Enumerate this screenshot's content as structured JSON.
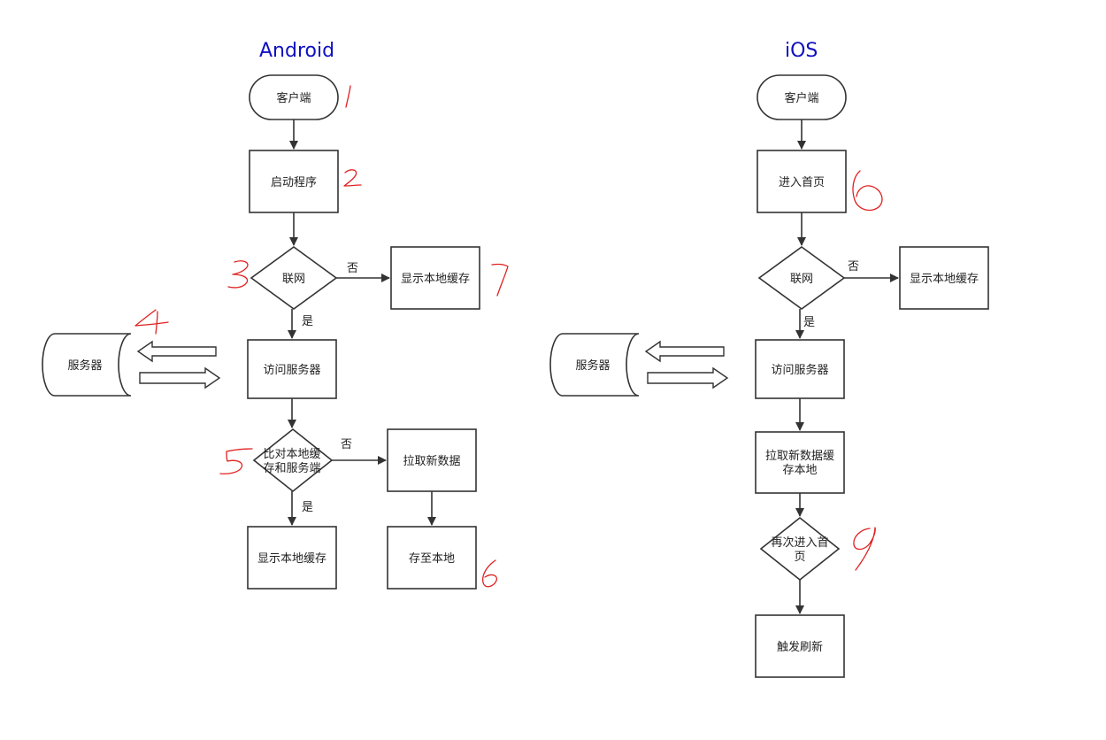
{
  "titles": {
    "android": "Android",
    "ios": "iOS"
  },
  "android": {
    "client": "客户端",
    "start": "启动程序",
    "network": "联网",
    "no": "否",
    "yes": "是",
    "show_cache": "显示本地缓存",
    "visit_server": "访问服务器",
    "server": "服务器",
    "compare_line1": "比对本地缓",
    "compare_line2": "存和服务端",
    "pull_new": "拉取新数据",
    "show_cache_2": "显示本地缓存",
    "save_local": "存至本地"
  },
  "ios": {
    "client": "客户端",
    "enter_home": "进入首页",
    "network": "联网",
    "no": "否",
    "yes": "是",
    "show_cache": "显示本地缓存",
    "visit_server": "访问服务器",
    "server": "服务器",
    "pull_cache_line1": "拉取新数据缓",
    "pull_cache_line2": "存本地",
    "reenter_line1": "再次进入首",
    "reenter_line2": "页",
    "trigger_refresh": "触发刷新"
  },
  "colors": {
    "title": "#1010c0",
    "stroke": "#333333",
    "annotation": "#e02020"
  }
}
